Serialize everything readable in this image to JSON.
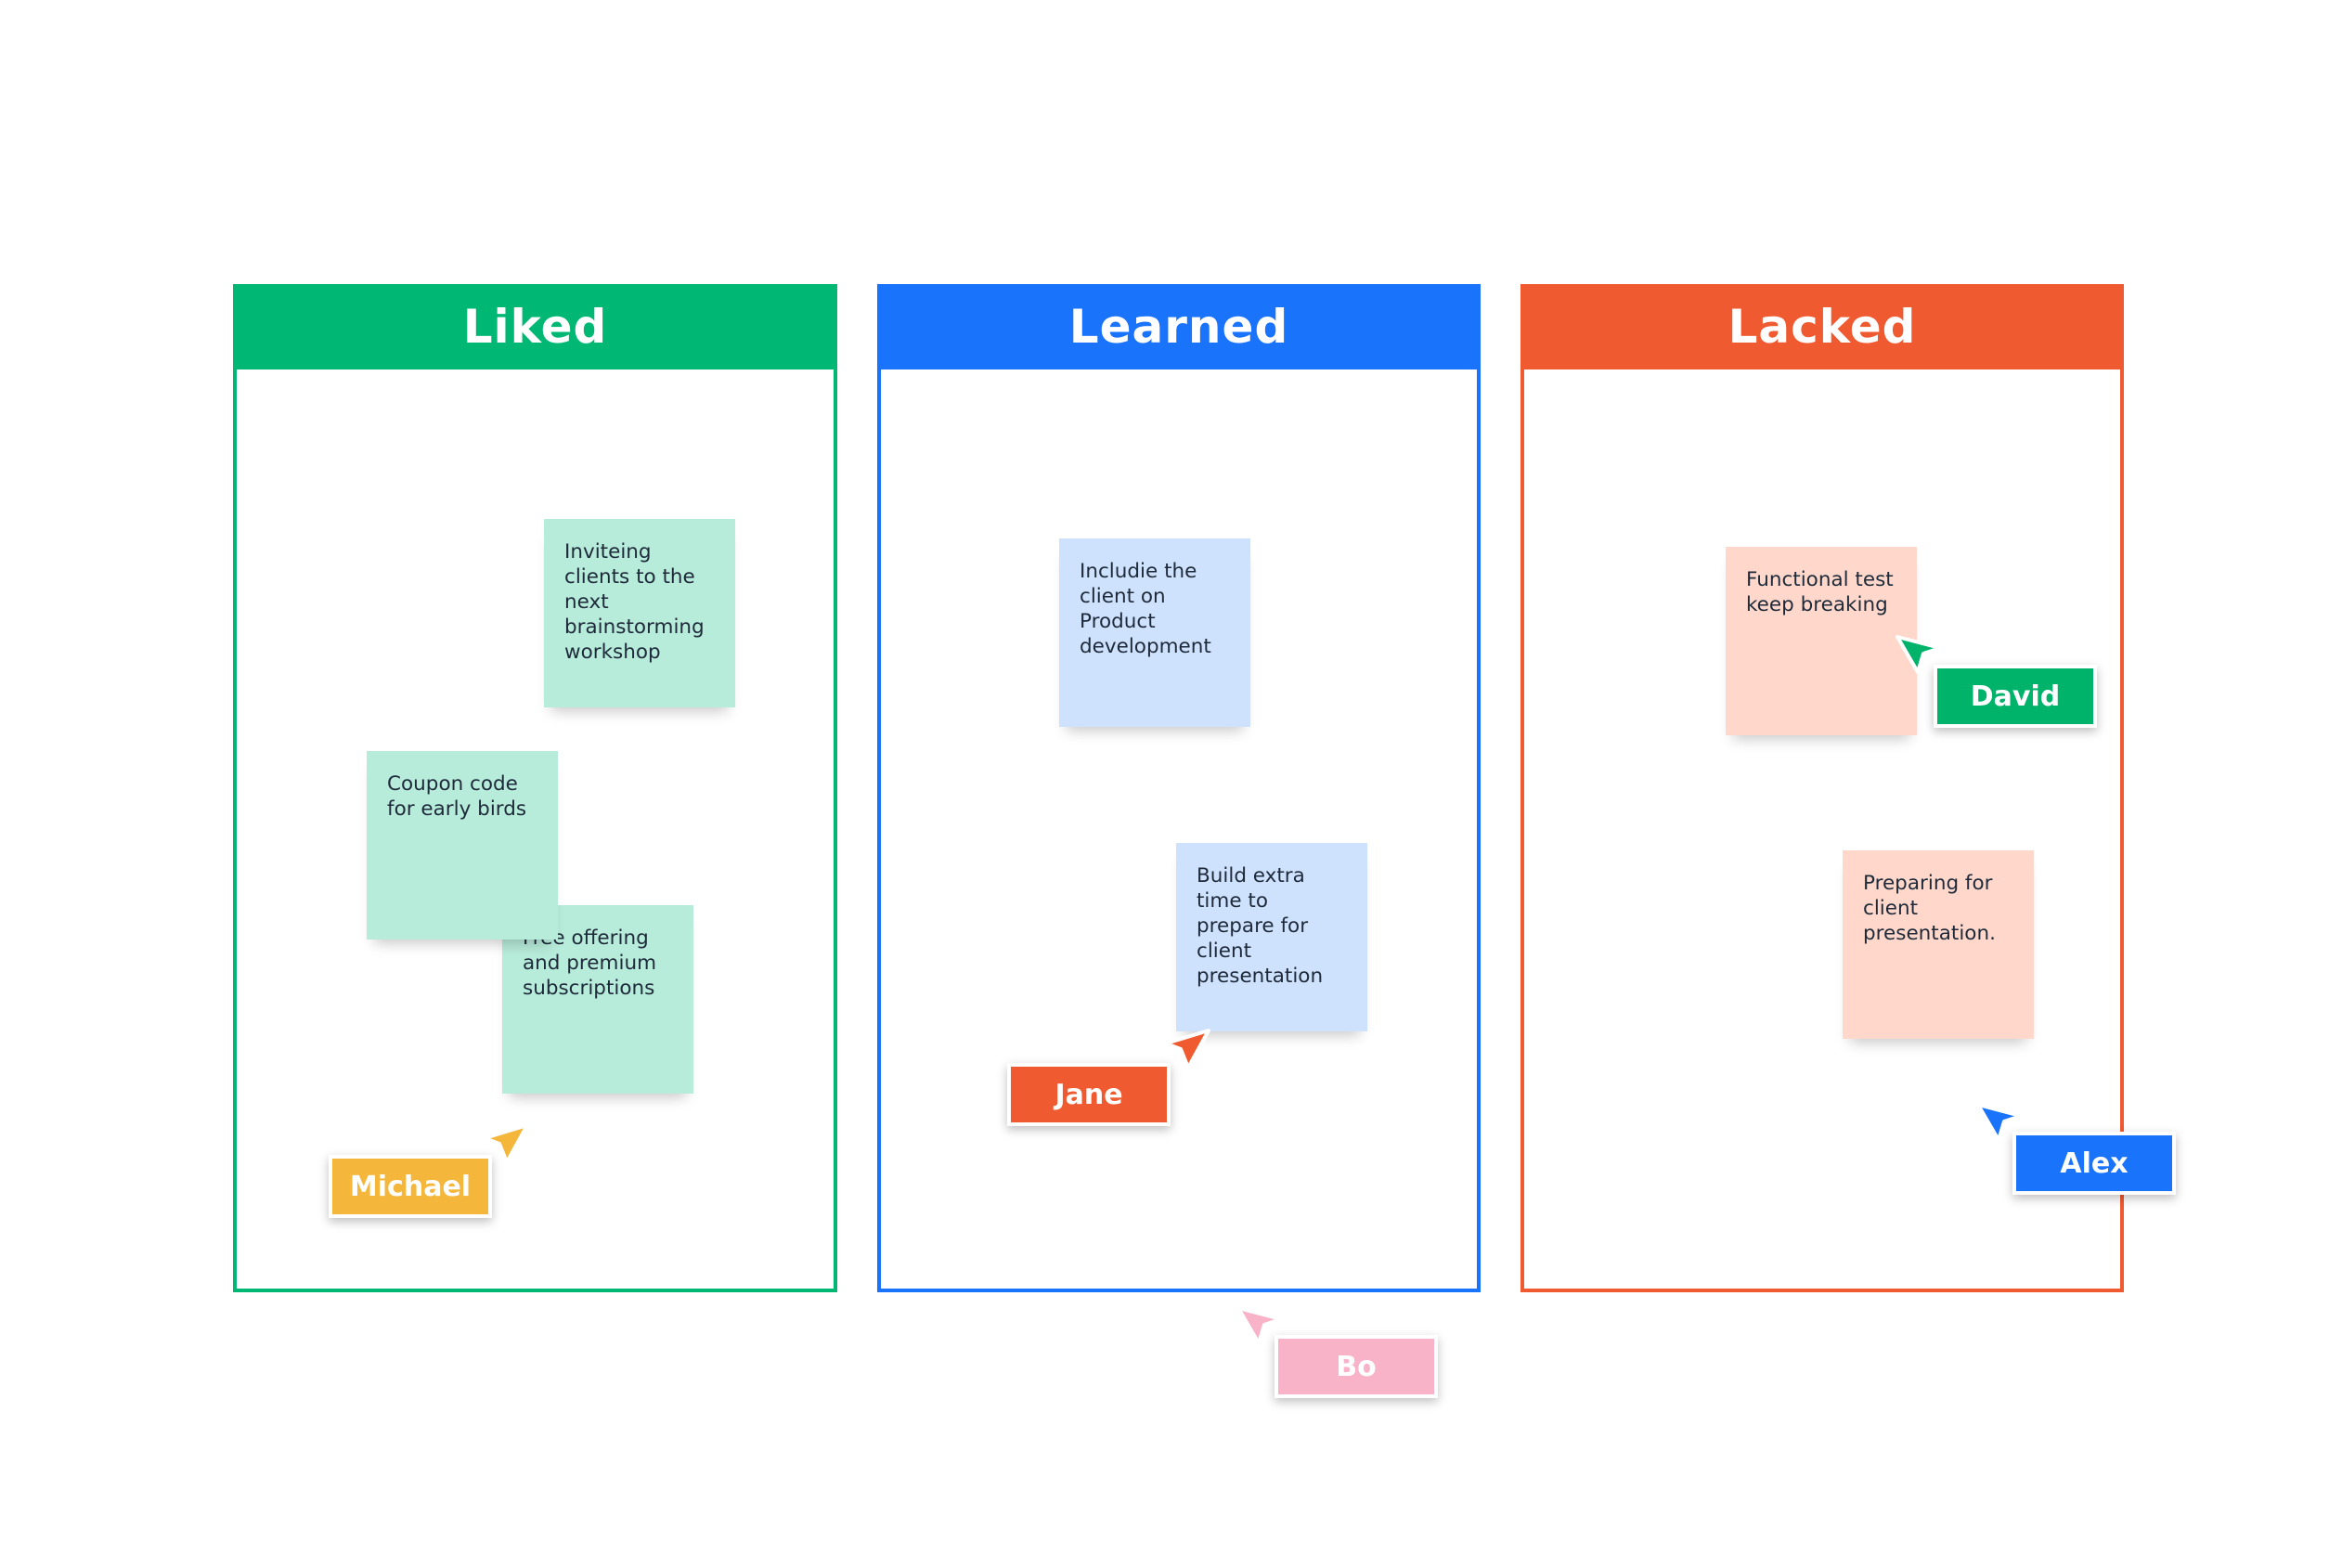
{
  "columns": {
    "liked": {
      "title": "Liked",
      "color": "#00b874"
    },
    "learned": {
      "title": "Learned",
      "color": "#1a73fb"
    },
    "lacked": {
      "title": "Lacked",
      "color": "#f05a30"
    }
  },
  "notes": {
    "liked_1": {
      "text": "Inviteing clients to the next brainstorming workshop",
      "color": "#b7ebda"
    },
    "liked_2": {
      "text": "Coupon code for early birds",
      "color": "#b7ebda"
    },
    "liked_3": {
      "text": "Free offering and premium subscriptions",
      "color": "#b7ebda"
    },
    "learned_1": {
      "text": "Includie the client on Product development",
      "color": "#cfe2fd"
    },
    "learned_2": {
      "text": "Build extra time to prepare for client presentation",
      "color": "#cfe2fd"
    },
    "lacked_1": {
      "text": "Functional test keep breaking",
      "color": "#ffd8cb"
    },
    "lacked_2": {
      "text": "Preparing for client presentation.",
      "color": "#ffd8cb"
    }
  },
  "cursors": {
    "michael": {
      "name": "Michael",
      "color": "#f4b63b",
      "icon": "cursor-arrow-icon"
    },
    "jane": {
      "name": "Jane",
      "color": "#f05a30",
      "icon": "cursor-arrow-icon"
    },
    "david": {
      "name": "David",
      "color": "#00b36b",
      "icon": "cursor-arrow-icon"
    },
    "alex": {
      "name": "Alex",
      "color": "#1a73fb",
      "icon": "cursor-arrow-icon"
    },
    "bo": {
      "name": "Bo",
      "color": "#f8b3c8",
      "icon": "cursor-arrow-icon"
    }
  }
}
